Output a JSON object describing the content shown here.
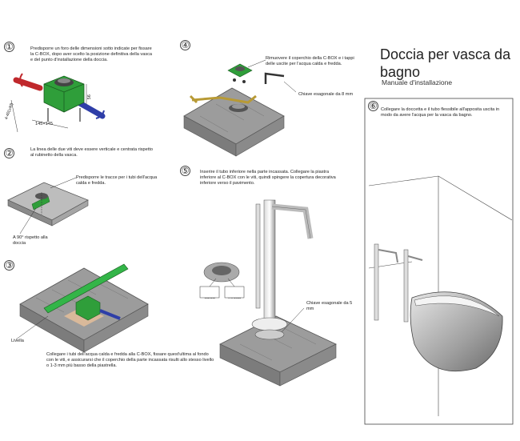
{
  "header": {
    "title": "Doccia per vasca da bagno",
    "subtitle": "Manuale d'installazione"
  },
  "steps": [
    {
      "number": "①",
      "text": "Predisporre un foro delle dimensioni sotto indicate per fissare la C-BOX, dopo aver scelto la posizione definitiva della vasca e del punto d'installazione della doccia."
    },
    {
      "number": "②",
      "text": "La linea delle due viti deve essere verticale e centrata rispetto al rubinetto della vasca."
    },
    {
      "number": "③",
      "text": "Collegare i tubi dell'acqua calda e fredda alla C-BOX, fissare quest'ultima al fondo con le viti, e assicurarsi che il coperchio della parte incassata risulti allo stesso livello o 1-3 mm più basso della piastrella."
    },
    {
      "number": "④",
      "text": "Rimuovere il coperchio della C-BOX e i tappi delle uscite per l'acqua calda e fredda."
    },
    {
      "number": "⑤",
      "text": "Inserire il tubo inferiore nella parte incassata. Collegare la piastra inferiore al C-BOX con le viti, quindi spingere la copertura decorativa inferiore verso il pavimento."
    },
    {
      "number": "⑥",
      "text": "Collegare la doccetta e il tubo flessibile all'apposita uscita in modo da avere l'acqua per la vasca da bagno."
    }
  ],
  "labels": {
    "dim_height": "56",
    "dim_width": "145×145",
    "dim_depth": "4-40(≥40)",
    "tracce": "Predisporre le tracce per i tubi dell'acqua calda e fredda.",
    "angle": "A 90° rispetto alla doccia",
    "livella": "Livella",
    "chiave8": "Chiave esagonale da 8 mm",
    "acqua_calda": "acqua calda",
    "acqua_fredda": "acqua fredda",
    "chiave5": "Chiave esagonale da 5 mm"
  }
}
